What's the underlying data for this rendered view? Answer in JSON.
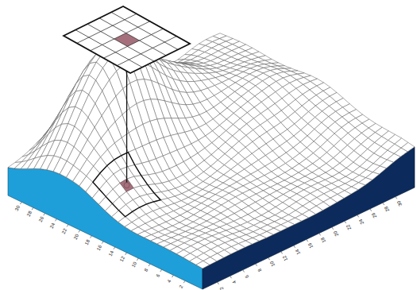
{
  "diagram": {
    "labels": [
      "30",
      "28",
      "26",
      "24",
      "22",
      "20",
      "18",
      "16",
      "14",
      "12",
      "10",
      "8",
      "6",
      "4",
      "2",
      "2",
      "4",
      "6",
      "8",
      "10",
      "12",
      "14",
      "16",
      "18",
      "20",
      "22",
      "24",
      "26",
      "28",
      "30"
    ]
  }
}
